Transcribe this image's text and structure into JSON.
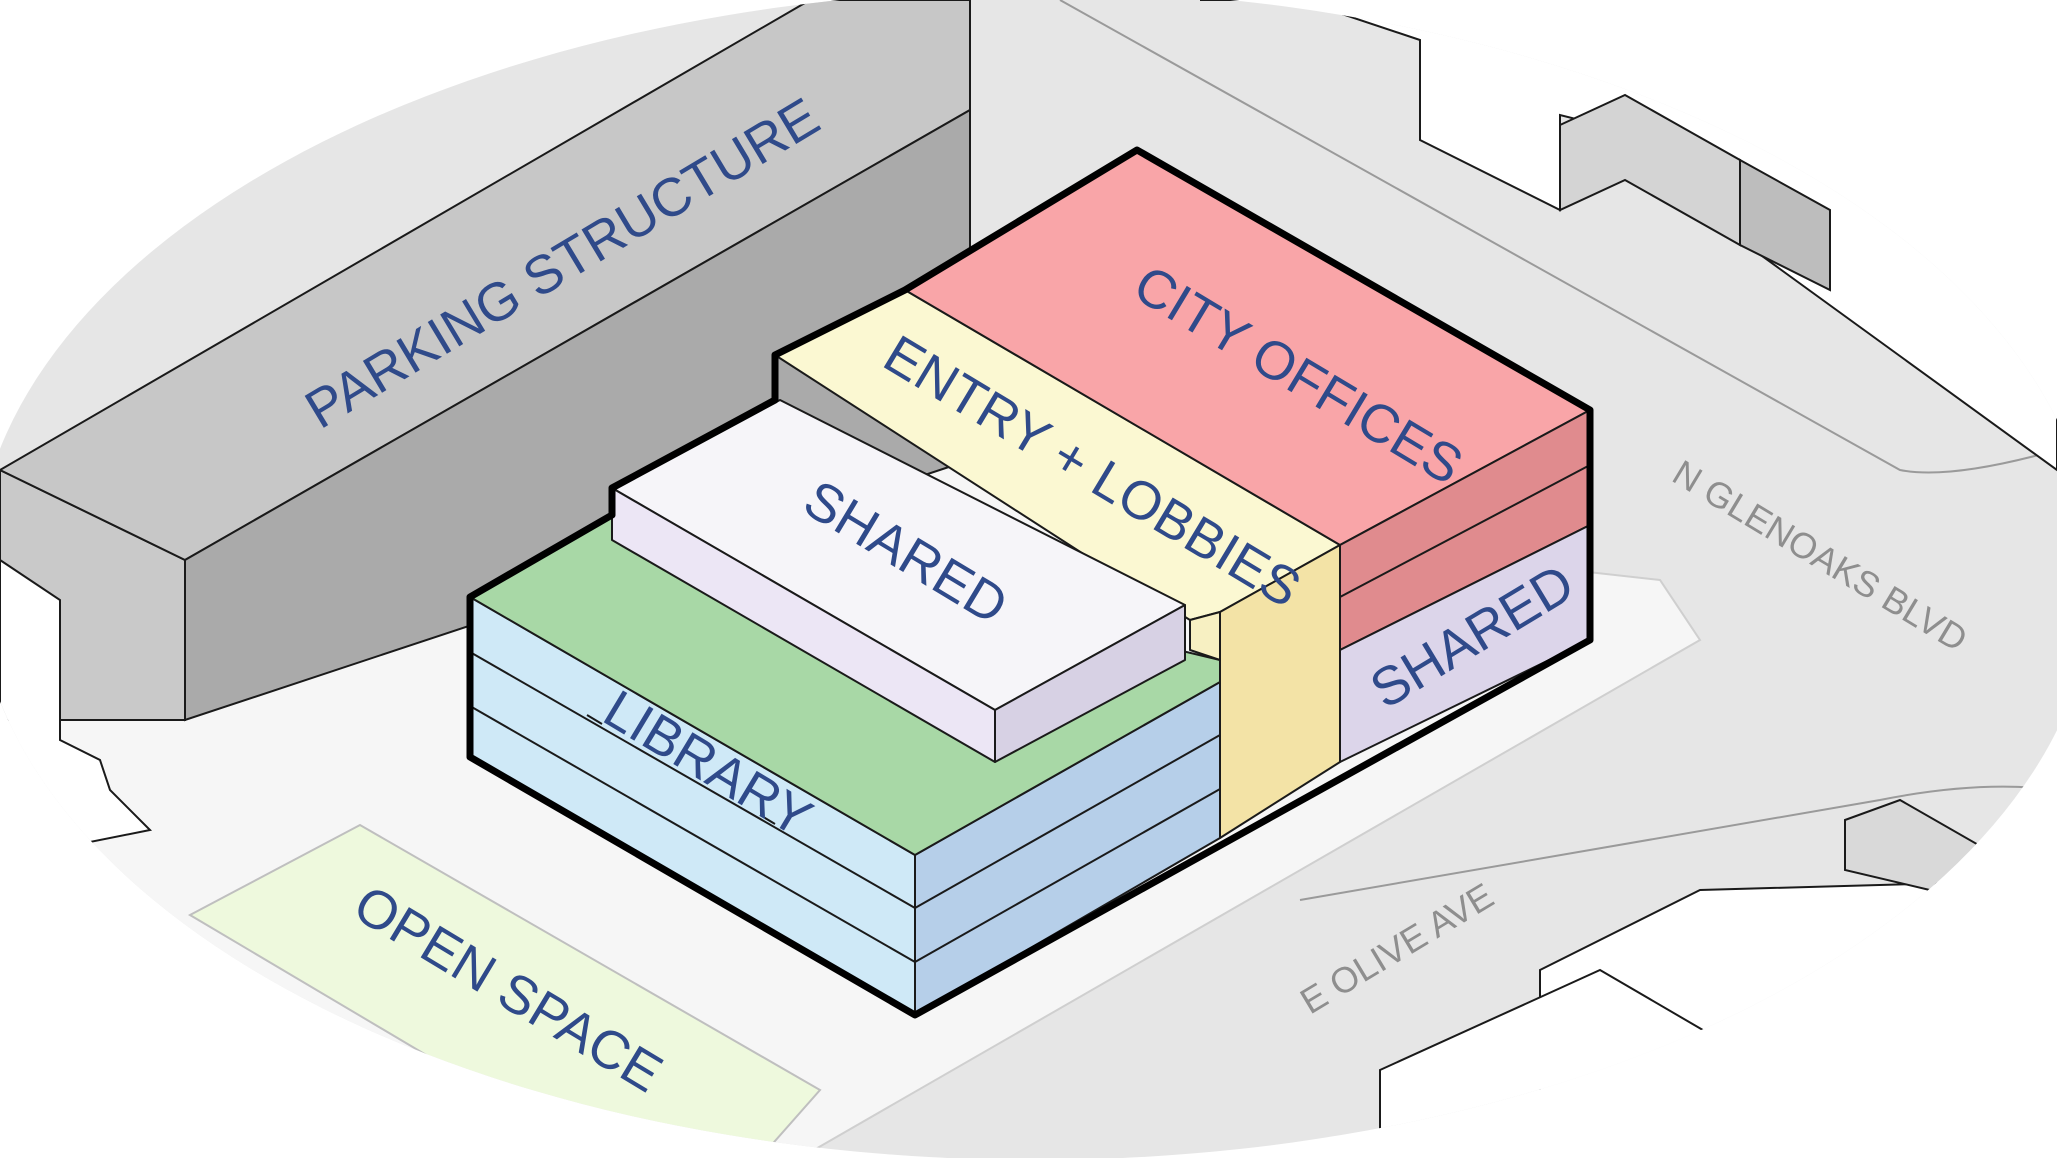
{
  "labels": {
    "parking": "PARKING STRUCTURE",
    "city_offices": "CITY OFFICES",
    "entry_lobbies": "ENTRY + LOBBIES",
    "shared_top": "SHARED",
    "shared_side": "SHARED",
    "library": "LIBRARY",
    "open_space": "OPEN SPACE",
    "street_glenoaks": "N GLENOAKS BLVD",
    "street_olive": "E OLIVE AVE"
  },
  "colors": {
    "city_offices": "#f9a5a8",
    "entry_lobbies": "#fbf8d2",
    "shared": "#dcd5ea",
    "library_top": "#a8d8a6",
    "library_side": "#cfe9f7",
    "open_space": "#eef9dd",
    "parking": "#c7c7c7",
    "label_text": "#2f4a8a",
    "street_text": "#8e8e8e"
  }
}
